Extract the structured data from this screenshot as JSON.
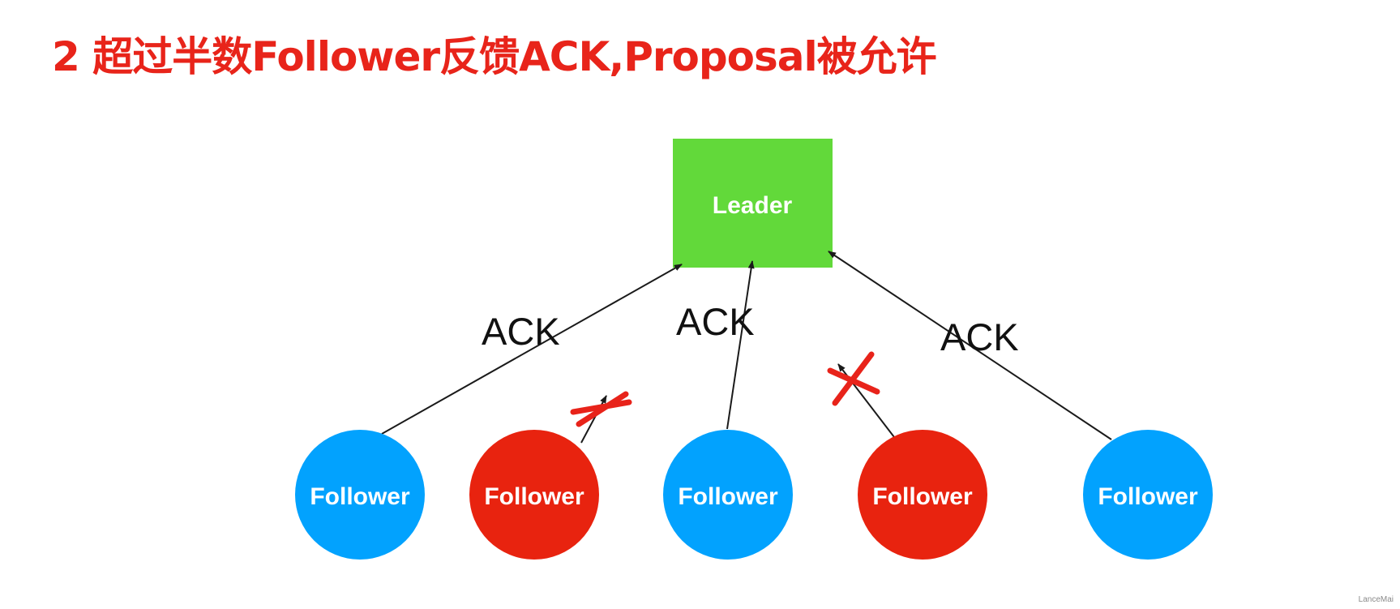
{
  "title": "2 超过半数Follower反馈ACK,Proposal被允许",
  "leader": {
    "label": "Leader",
    "color": "#62d93a"
  },
  "colors": {
    "title": "#e8241a",
    "follower_ok": "#02a2fe",
    "follower_failed": "#e8230f",
    "cross": "#e8231a",
    "line": "#1a1a1a"
  },
  "followers": [
    {
      "label": "Follower",
      "status": "ok"
    },
    {
      "label": "Follower",
      "status": "failed"
    },
    {
      "label": "Follower",
      "status": "ok"
    },
    {
      "label": "Follower",
      "status": "failed"
    },
    {
      "label": "Follower",
      "status": "ok"
    }
  ],
  "ack_labels": [
    "ACK",
    "ACK",
    "ACK"
  ],
  "watermark": "LanceMai"
}
